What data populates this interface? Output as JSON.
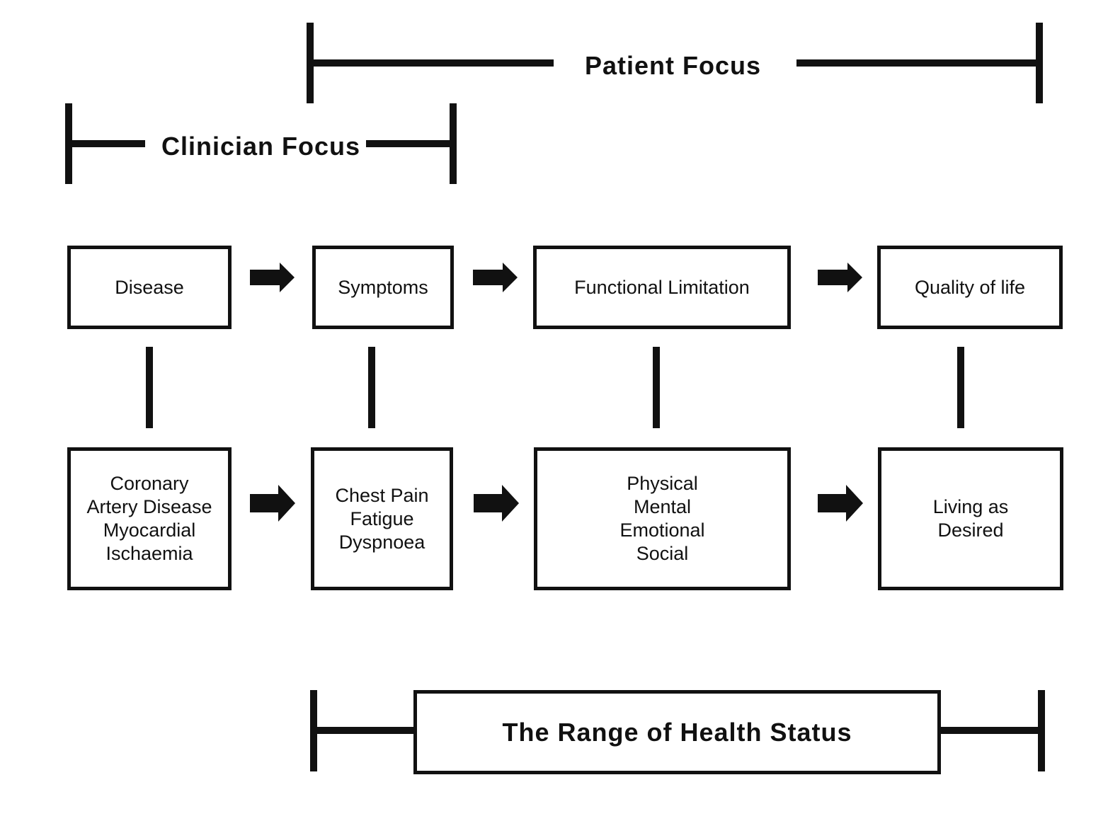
{
  "patient_focus": {
    "label": "Patient Focus"
  },
  "clinician_focus": {
    "label": "Clinician Focus"
  },
  "top_row": [
    {
      "label": "Disease"
    },
    {
      "label": "Symptoms"
    },
    {
      "label": "Functional Limitation"
    },
    {
      "label": "Quality of life"
    }
  ],
  "bottom_row": [
    {
      "lines": [
        "Coronary",
        "Artery Disease",
        "Myocardial",
        "Ischaemia"
      ]
    },
    {
      "lines": [
        "Chest Pain",
        "Fatigue",
        "Dyspnoea"
      ]
    },
    {
      "lines": [
        "Physical",
        "Mental",
        "Emotional",
        "Social"
      ]
    },
    {
      "lines": [
        "Living as",
        "Desired"
      ]
    }
  ],
  "range": {
    "label": "The Range of Health Status"
  }
}
